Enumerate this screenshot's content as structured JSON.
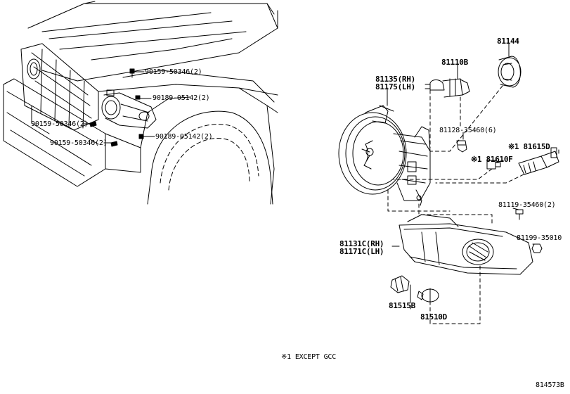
{
  "labels": {
    "p90159_a": "90159-50346(2)",
    "p90189_a": "90189-05142(2)",
    "p90159_b": "90159-50346(2)",
    "p90189_b": "90189-05142(2)",
    "p90159_c": "90159-50346(2)",
    "p81144": "81144",
    "p81110b": "81110B",
    "p81135_rh": "81135(RH)",
    "p81175_lh": "81175(LH)",
    "p81128": "81128-35460(6)",
    "p81615d": "※1 81615D",
    "p81610f": "※1 81610F",
    "p81119": "81119-35460(2)",
    "p81199": "81199-35010",
    "p81131c_rh": "81131C(RH)",
    "p81171c_lh": "81171C(LH)",
    "p81515b": "81515B",
    "p81510d": "81510D"
  },
  "footnote": "※1  EXCEPT GCC",
  "drawing_number": "814573B"
}
